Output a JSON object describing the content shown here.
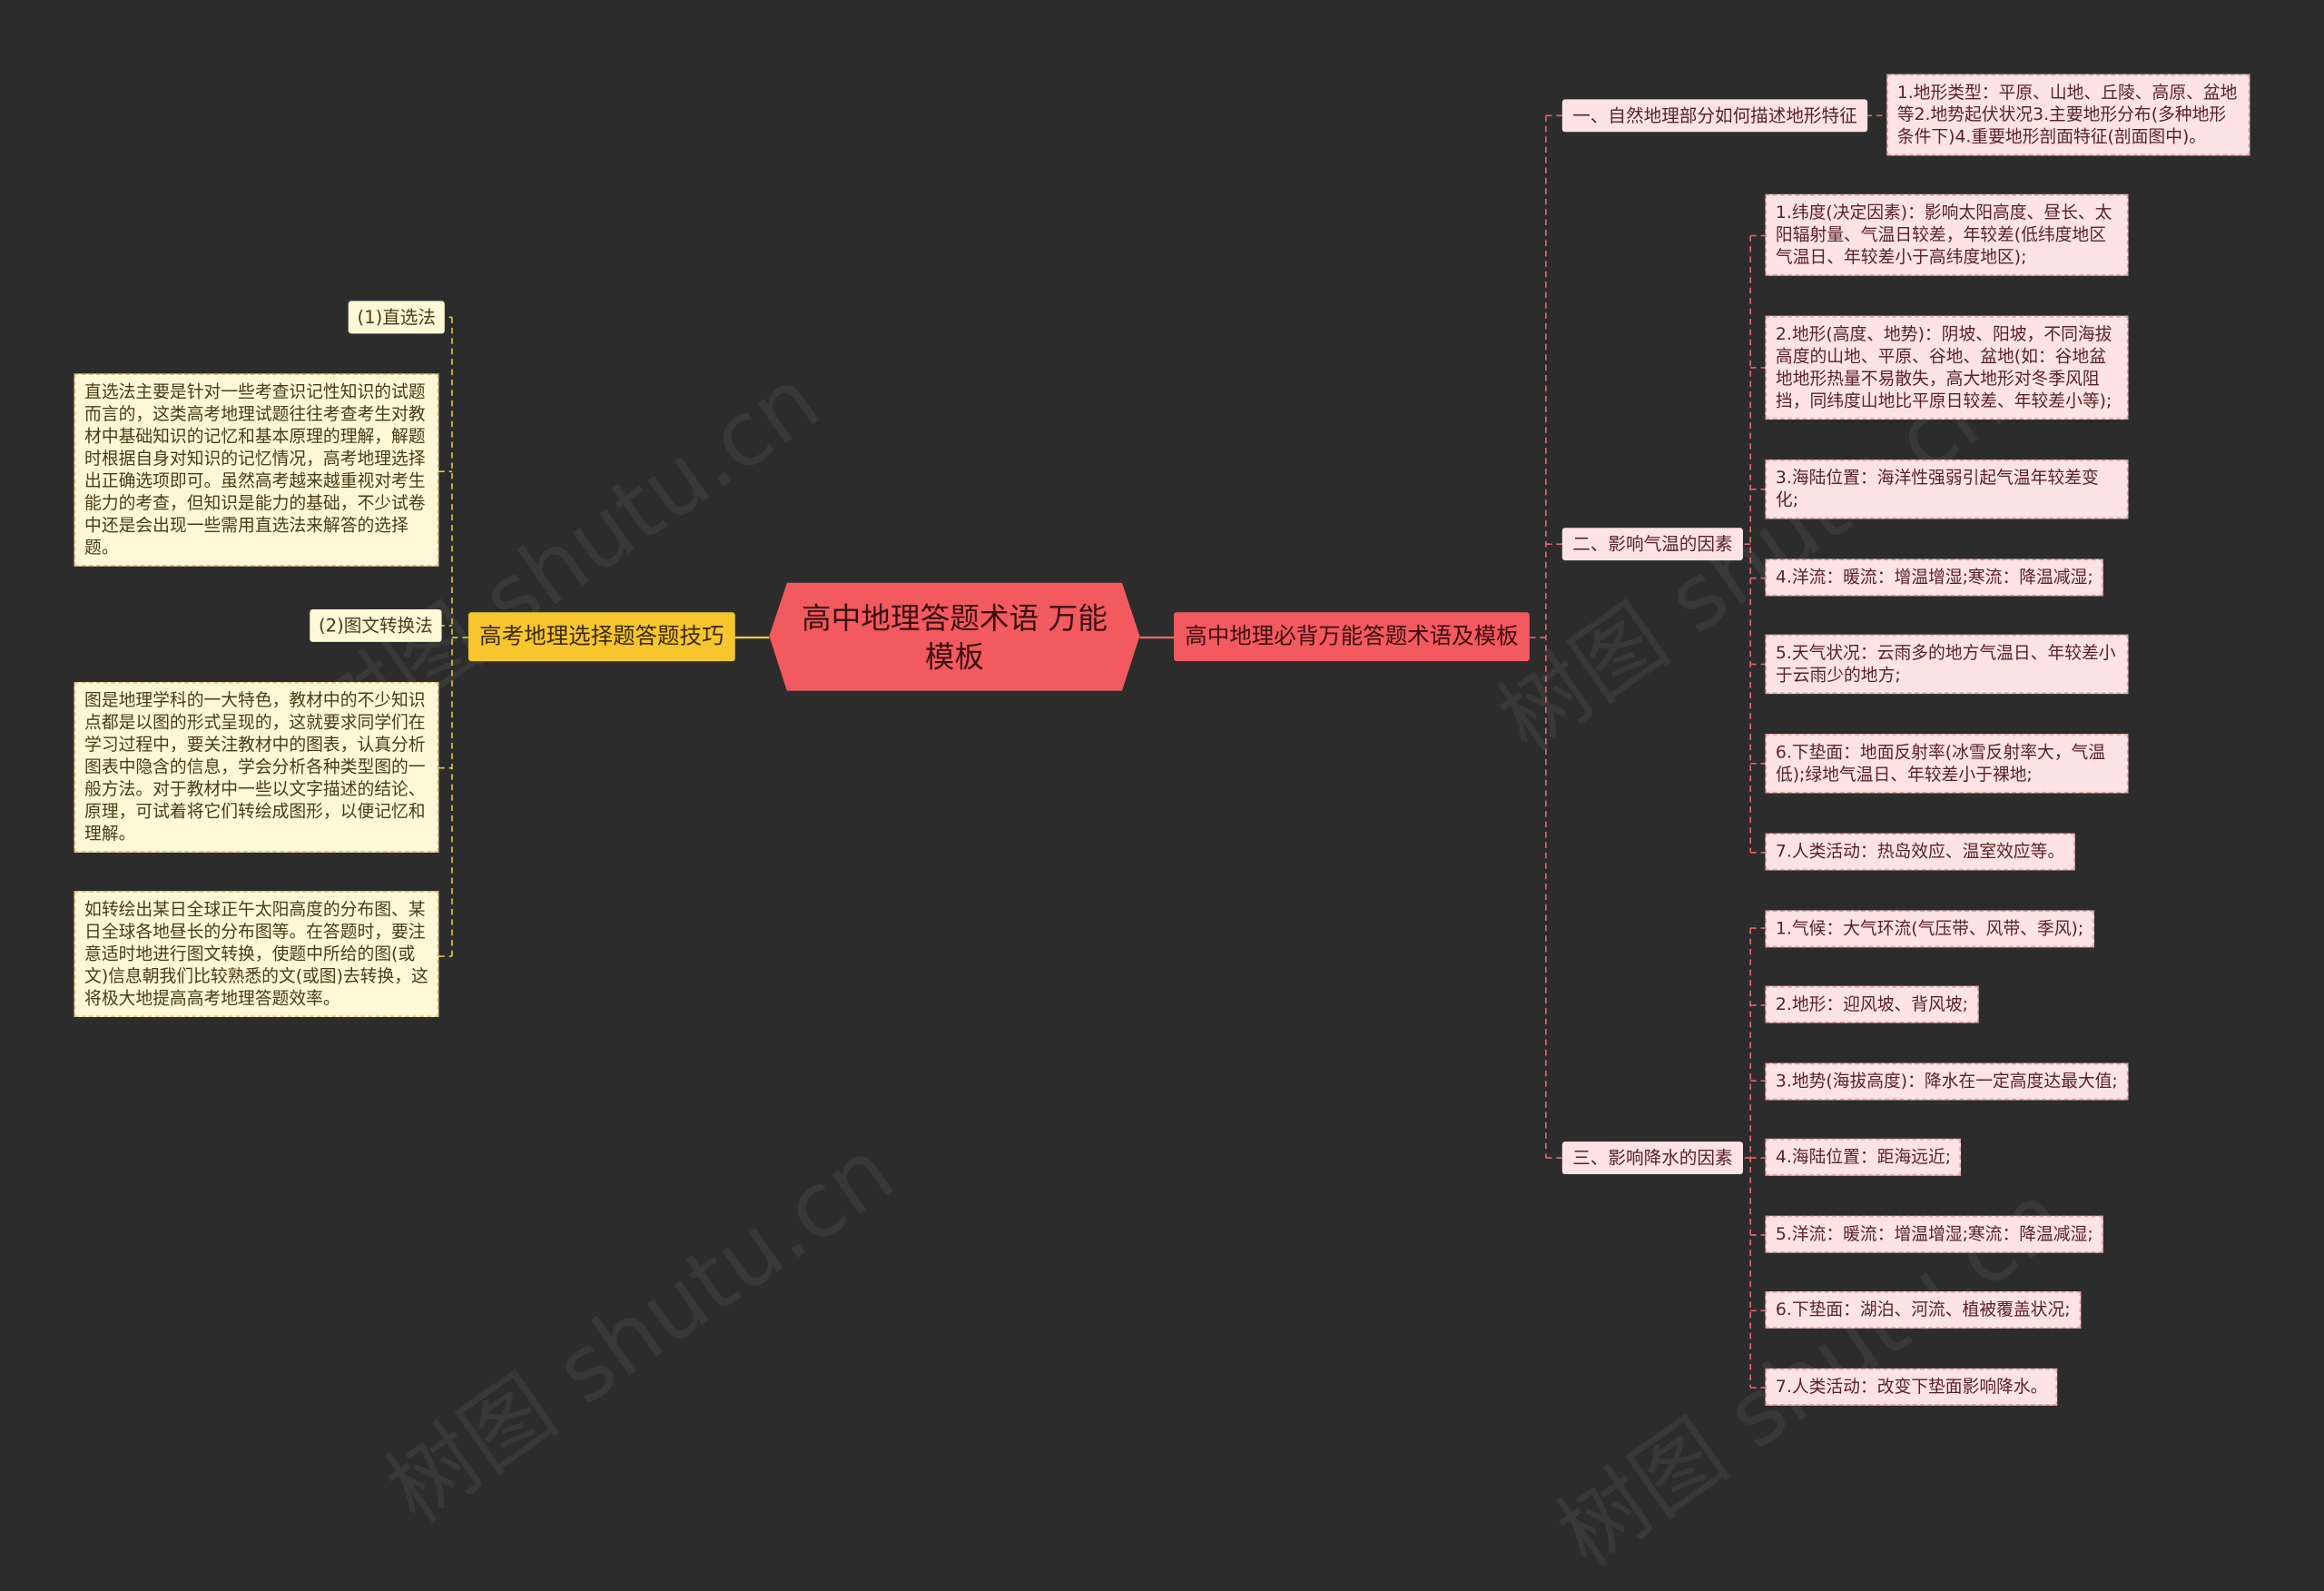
{
  "root": {
    "title": "高中地理答题术语 万能模板"
  },
  "left_branch": {
    "label": "高考地理选择题答题技巧",
    "items": [
      {
        "label": "(1)直选法",
        "detail": "直选法主要是针对一些考查识记性知识的试题而言的，这类高考地理试题往往考查考生对教材中基础知识的记忆和基本原理的理解，解题时根据自身对知识的记忆情况，高考地理选择出正确选项即可。虽然高考越来越重视对考生能力的考查，但知识是能力的基础，不少试卷中还是会出现一些需用直选法来解答的选择题。"
      },
      {
        "label": "(2)图文转换法",
        "detail": "图是地理学科的一大特色，教材中的不少知识点都是以图的形式呈现的，这就要求同学们在学习过程中，要关注教材中的图表，认真分析图表中隐含的信息，学会分析各种类型图的一般方法。对于教材中一些以文字描述的结论、原理，可试着将它们转绘成图形，以便记忆和理解。",
        "detail2": "如转绘出某日全球正午太阳高度的分布图、某日全球各地昼长的分布图等。在答题时，要注意适时地进行图文转换，使题中所给的图(或文)信息朝我们比较熟悉的文(或图)去转换，这将极大地提高高考地理答题效率。"
      }
    ]
  },
  "right_branch": {
    "label": "高中地理必背万能答题术语及模板",
    "sections": [
      {
        "label": "一、自然地理部分如何描述地形特征",
        "items": [
          "1.地形类型：平原、山地、丘陵、高原、盆地等2.地势起伏状况3.主要地形分布(多种地形条件下)4.重要地形剖面特征(剖面图中)。"
        ]
      },
      {
        "label": "二、影响气温的因素",
        "items": [
          "1.纬度(决定因素)：影响太阳高度、昼长、太阳辐射量、气温日较差，年较差(低纬度地区气温日、年较差小于高纬度地区);",
          "2.地形(高度、地势)：阴坡、阳坡，不同海拔高度的山地、平原、谷地、盆地(如：谷地盆地地形热量不易散失，高大地形对冬季风阻挡，同纬度山地比平原日较差、年较差小等);",
          "3.海陆位置：海洋性强弱引起气温年较差变化;",
          "4.洋流：暖流：增温增湿;寒流：降温减湿;",
          "5.天气状况：云雨多的地方气温日、年较差小于云雨少的地方;",
          "6.下垫面：地面反射率(冰雪反射率大，气温低);绿地气温日、年较差小于裸地;",
          "7.人类活动：热岛效应、温室效应等。"
        ]
      },
      {
        "label": "三、影响降水的因素",
        "items": [
          "1.气候：大气环流(气压带、风带、季风);",
          "2.地形：迎风坡、背风坡;",
          "3.地势(海拔高度)：降水在一定高度达最大值;",
          "4.海陆位置：距海远近;",
          "5.洋流：暖流：增温增湿;寒流：降温减湿;",
          "6.下垫面：湖泊、河流、植被覆盖状况;",
          "7.人类活动：改变下垫面影响降水。"
        ]
      }
    ]
  },
  "colors": {
    "background": "#2c2c2c",
    "root": "#f25a5f",
    "left_main": "#f7c62f",
    "right_main": "#f25a5f",
    "left_line": "#e8c34a",
    "right_line": "#e0686c"
  }
}
